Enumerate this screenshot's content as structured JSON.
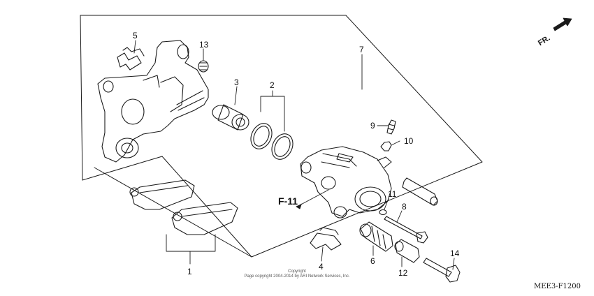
{
  "diagram": {
    "callouts": [
      {
        "id": "c1",
        "text": "1"
      },
      {
        "id": "c2",
        "text": "2"
      },
      {
        "id": "c3",
        "text": "3"
      },
      {
        "id": "c4",
        "text": "4"
      },
      {
        "id": "c5",
        "text": "5"
      },
      {
        "id": "c6",
        "text": "6"
      },
      {
        "id": "c7",
        "text": "7"
      },
      {
        "id": "c8",
        "text": "8"
      },
      {
        "id": "c9",
        "text": "9"
      },
      {
        "id": "c10",
        "text": "10"
      },
      {
        "id": "c11",
        "text": "11"
      },
      {
        "id": "c12",
        "text": "12"
      },
      {
        "id": "c13",
        "text": "13"
      },
      {
        "id": "c14",
        "text": "14"
      }
    ],
    "ref_label": "F-11",
    "direction_label": "FR.",
    "code": "MEE3-F1200",
    "copyright_line1": "Copyright",
    "copyright_line2": "Page copyright 2004-2014 by ARI Network Services, Inc."
  }
}
